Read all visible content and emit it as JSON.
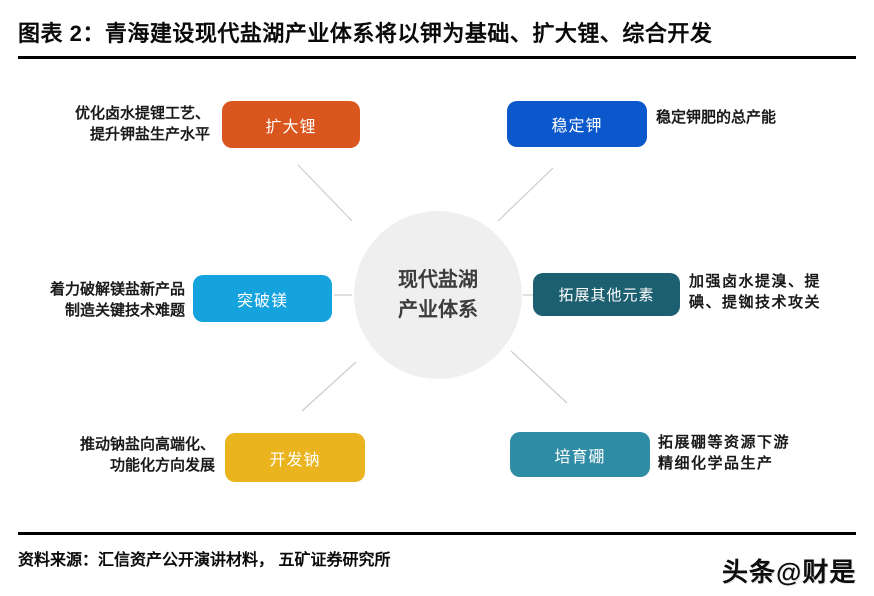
{
  "title": "图表 2：青海建设现代盐湖产业体系将以钾为基础、扩大锂、综合开发",
  "center": {
    "label": "现代盐湖\n产业体系"
  },
  "nodes": [
    {
      "id": "lithium",
      "button_label": "扩大锂",
      "color": "#D9571E",
      "desc": "优化卤水提锂工艺、\n提升钾盐生产水平"
    },
    {
      "id": "potassium",
      "button_label": "稳定钾",
      "color": "#0B57CC",
      "desc": "稳定钾肥的总产能"
    },
    {
      "id": "magnesium",
      "button_label": "突破镁",
      "color": "#14A3DC",
      "desc": "着力破解镁盐新产品\n制造关键技术难题"
    },
    {
      "id": "other",
      "button_label": "拓展其他元素",
      "color": "#1C5F70",
      "desc": "加强卤水提溴、提\n碘、提铷技术攻关"
    },
    {
      "id": "sodium",
      "button_label": "开发钠",
      "color": "#EAB41F",
      "desc": "推动钠盐向高端化、\n功能化方向发展"
    },
    {
      "id": "boron",
      "button_label": "培育硼",
      "color": "#2E8CA4",
      "desc": "拓展硼等资源下游\n精细化学品生产"
    }
  ],
  "footer": {
    "source": "资料来源：汇信资产公开演讲材料， 五矿证券研究所"
  },
  "watermark": "头条@财是",
  "colors": {
    "hub_fill": "#EFEFEF",
    "connector": "#CCCCCC",
    "rule": "#000000"
  }
}
